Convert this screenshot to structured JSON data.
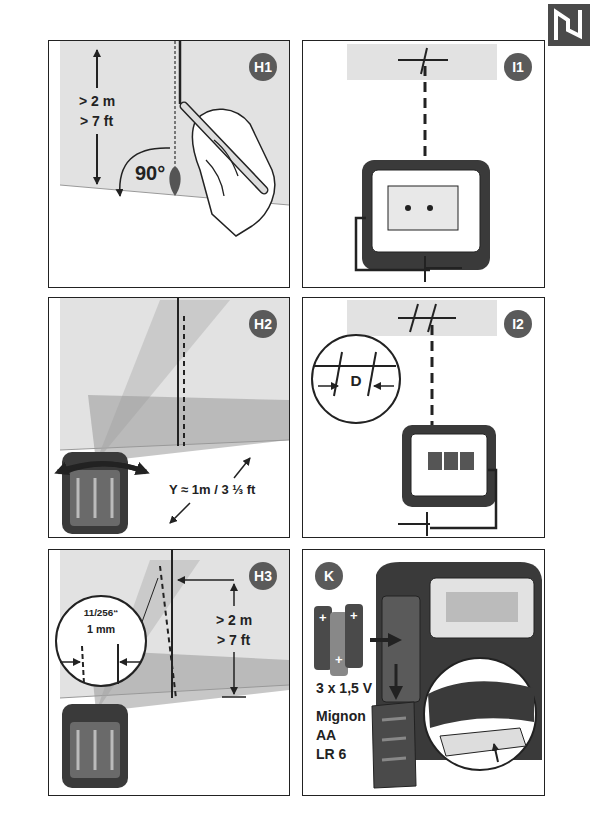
{
  "diagram": {
    "nodes": [
      {
        "text": [
          "H1"
        ]
      },
      {
        "text": [
          "I1"
        ]
      },
      {
        "text": [
          "H2"
        ]
      },
      {
        "text": [
          "I2"
        ]
      },
      {
        "text": [
          "D"
        ],
        "in": 3
      },
      {
        "text": [
          "H3"
        ]
      },
      {
        "text": [
          "11/256“",
          "1 mm"
        ],
        "in": 5
      },
      {
        "text": [
          "K"
        ]
      }
    ],
    "labels": [
      "> 2 m",
      "> 7 ft",
      "90°",
      "Y ≈ 1m / 3 ⅓ ft",
      "> 2 m",
      "> 7 ft",
      "3 x 1,5 V",
      "Mignon",
      "AA",
      "LR 6",
      "+",
      "+",
      "+"
    ]
  }
}
